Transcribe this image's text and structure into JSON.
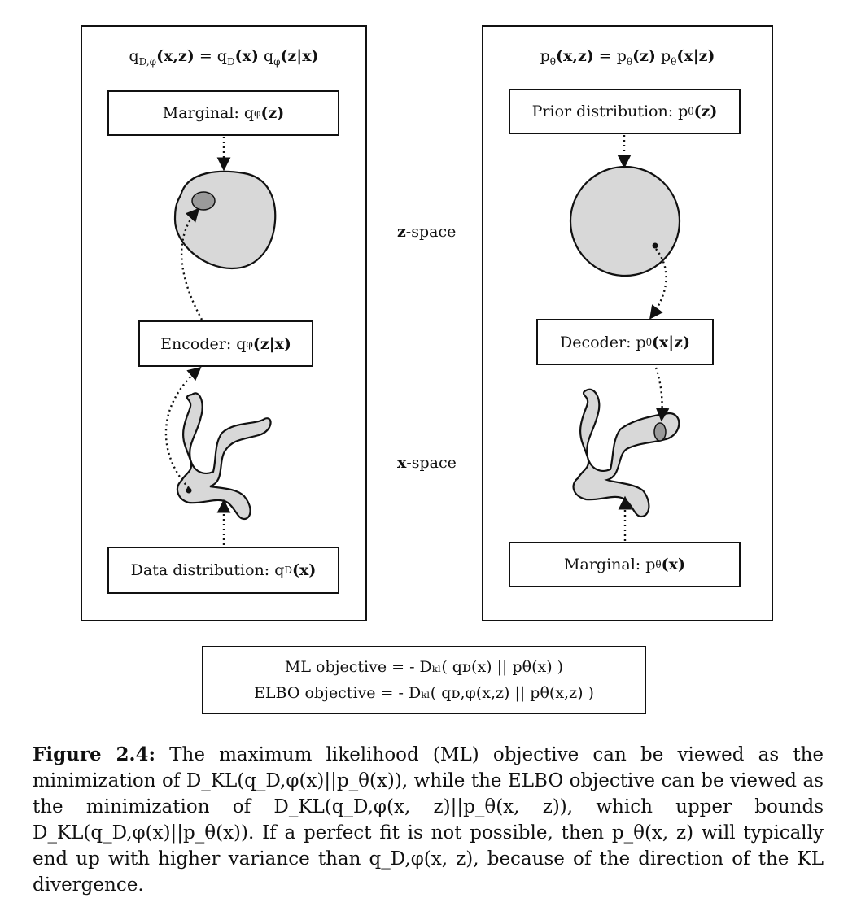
{
  "left_panel": {
    "equation": {
      "lhs": "q",
      "lhs_sub": "D,φ",
      "args": "(x,z)",
      "eq": " = ",
      "t1": "q",
      "t1_sub": "D",
      "t1_args": "(x)",
      "t2": "q",
      "t2_sub": "φ",
      "t2_args": "(z|x)"
    },
    "marginal": {
      "label": "Marginal: q",
      "sub": "φ",
      "args": "(z)"
    },
    "encoder": {
      "label": "Encoder: q",
      "sub": "φ",
      "args": "(z|x)"
    },
    "data": {
      "label": "Data distribution: q",
      "sub": "D",
      "args": "(x)"
    }
  },
  "right_panel": {
    "equation": {
      "lhs": "p",
      "lhs_sub": "θ",
      "args": "(x,z)",
      "eq": " = ",
      "t1": "p",
      "t1_sub": "θ",
      "t1_args": "(z)",
      "t2": "p",
      "t2_sub": "θ",
      "t2_args": "(x|z)"
    },
    "prior": {
      "label": "Prior distribution: p",
      "sub": "θ",
      "args": "(z)"
    },
    "decoder": {
      "label": "Decoder: p",
      "sub": "θ",
      "args": "(x|z)"
    },
    "marginal": {
      "label": "Marginal: p",
      "sub": "θ",
      "args": "(x)"
    }
  },
  "z_space": {
    "bold": "z",
    "text": "-space"
  },
  "x_space": {
    "bold": "x",
    "text": "-space"
  },
  "objectives": {
    "ml": "ML objective = - Dₖₗ( qᴅ(x) || pθ(x) )",
    "elbo": "ELBO objective = - Dₖₗ( qᴅ,φ(x,z) || pθ(x,z) )"
  },
  "caption": {
    "label": "Figure 2.4:",
    "text": " The maximum likelihood (ML) objective can be viewed as the minimization of D_KL(q_D,φ(x)||p_θ(x)), while the ELBO objective can be viewed as the minimization of D_KL(q_D,φ(x, z)||p_θ(x, z)), which upper bounds D_KL(q_D,φ(x)||p_θ(x)). If a perfect fit is not possible, then p_θ(x, z) will typically end up with higher variance than q_D,φ(x, z), because of the direction of the KL divergence."
  }
}
